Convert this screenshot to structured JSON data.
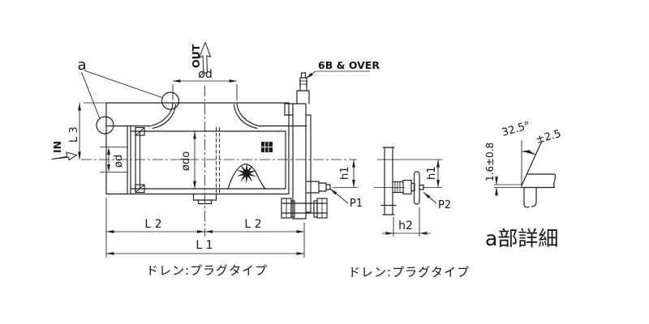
{
  "colors": {
    "line": "#1c1c1c",
    "background": "#ffffff"
  },
  "callout": {
    "label": "a"
  },
  "flow": {
    "out": "OUT",
    "in": "IN"
  },
  "note": {
    "size_note": "6B & OVER"
  },
  "main_view": {
    "outlet_dia": "ød",
    "inlet_dia": "ød",
    "inner_dia": "ødo",
    "l3": "L 3",
    "l2_left": "L 2",
    "l2_right": "L 2",
    "l1": "L 1",
    "h1": "h1",
    "drain_plug": "P1",
    "caption": "ドレン:プラグタイプ"
  },
  "side_view": {
    "h1": "h1",
    "h2": "h2",
    "drain_plug": "P2",
    "caption": "ドレン:プラグタイプ"
  },
  "detail_view": {
    "angle": "32.5°",
    "angle_tol": "±2.5",
    "root_face": "1.6±0.8",
    "caption": "a部詳細"
  }
}
